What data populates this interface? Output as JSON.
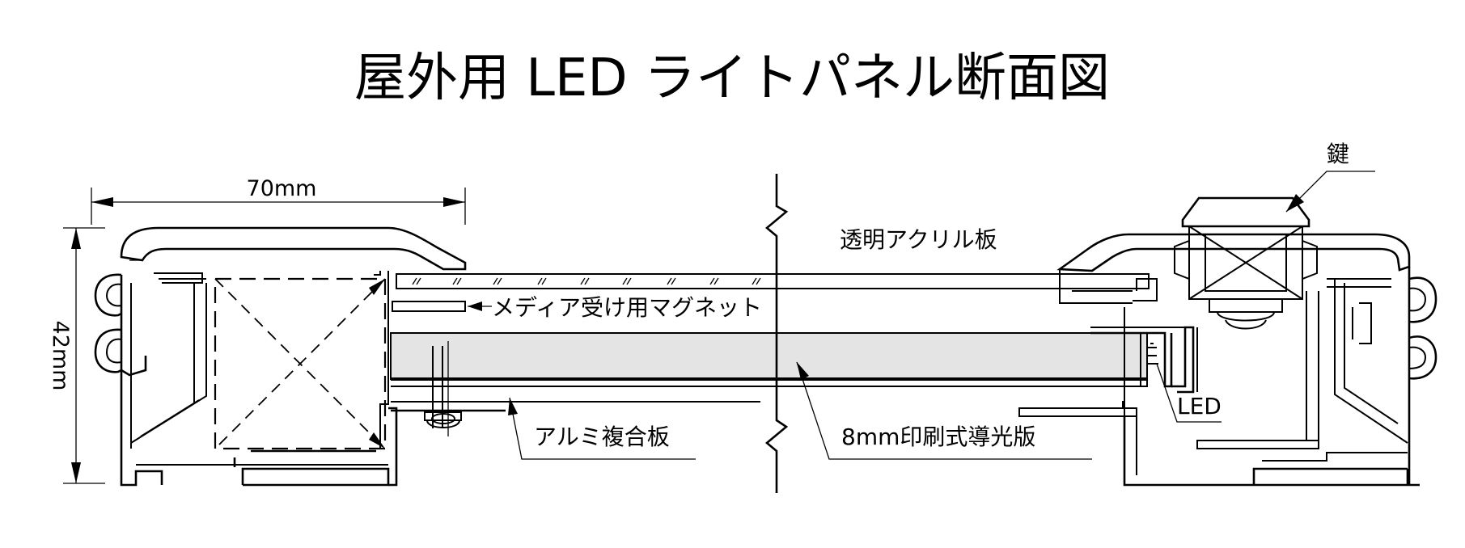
{
  "title": "屋外用 LED ライトパネル断面図",
  "dimensions": {
    "width": "70mm",
    "height": "42mm"
  },
  "labels": {
    "acrylic": "透明アクリル板",
    "magnet": "メディア受け用マグネット",
    "aluminum": "アルミ複合板",
    "light_guide": "8mm印刷式導光版",
    "led": "LED",
    "key": "鍵"
  }
}
